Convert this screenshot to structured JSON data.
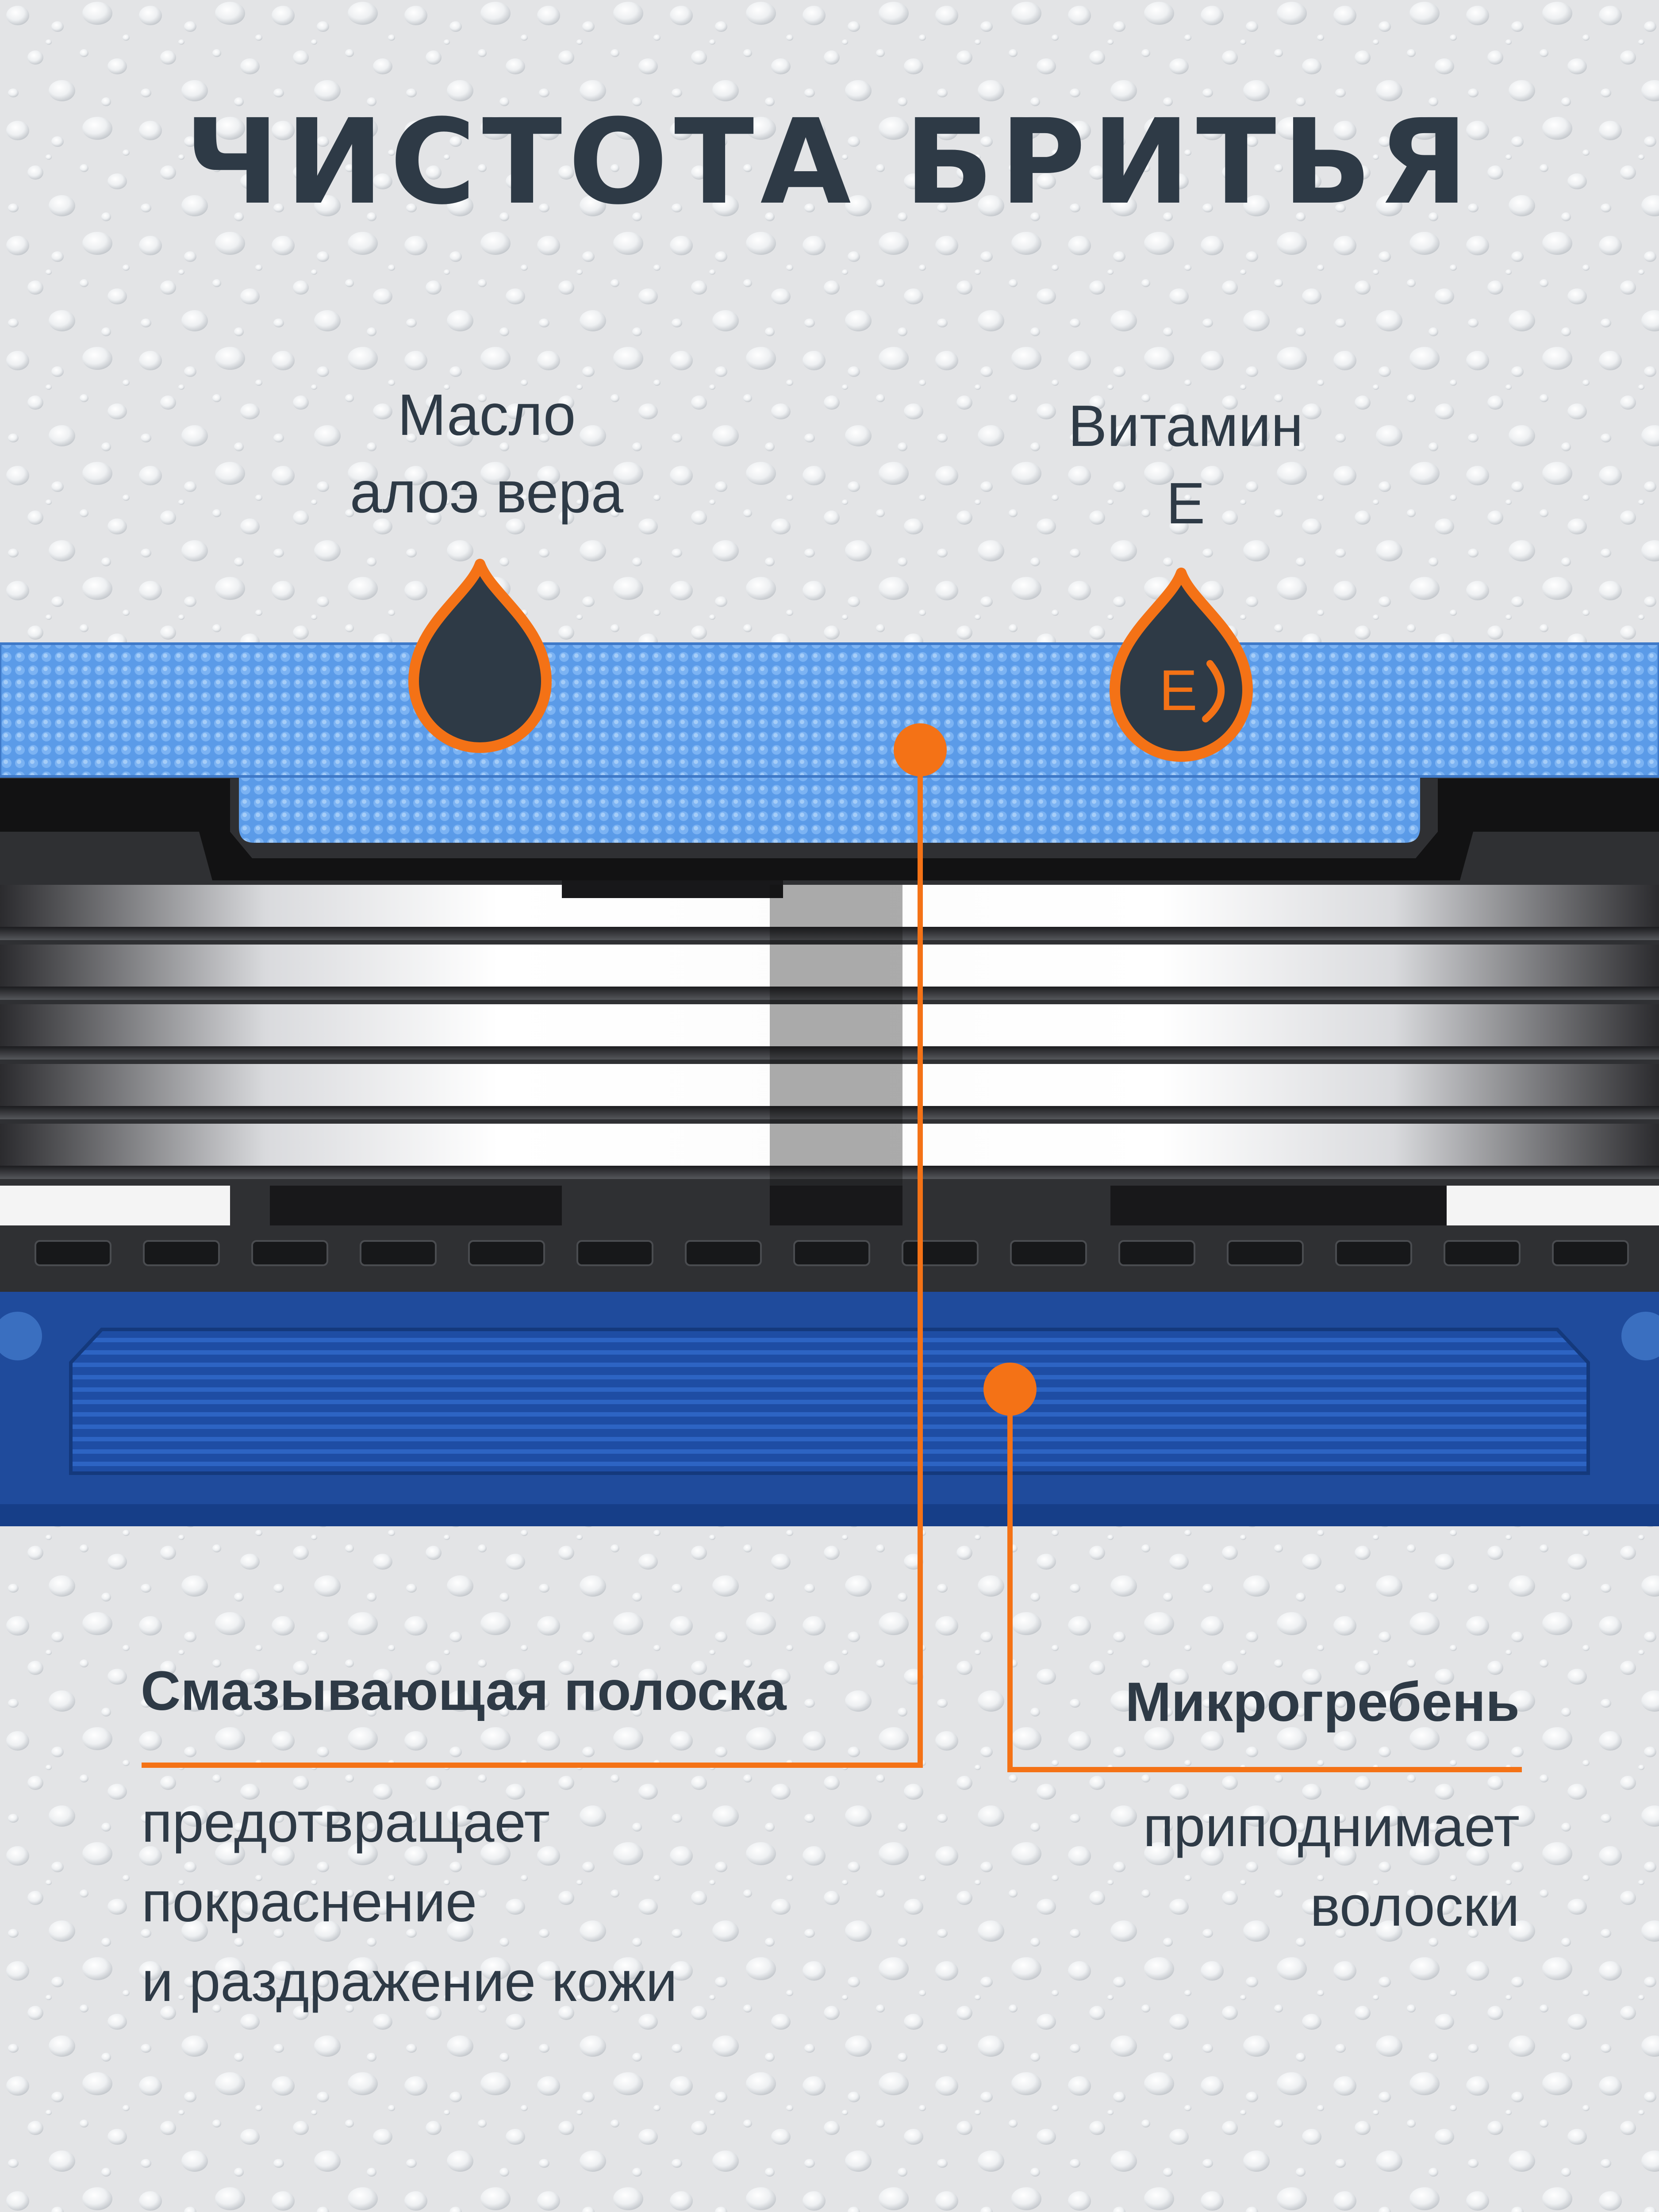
{
  "title": "ЧИСТОТА БРИТЬЯ",
  "labels": {
    "aloe": [
      "Масло",
      "алоэ вера"
    ],
    "vitamin": [
      "Витамин",
      "E"
    ],
    "vitamin_badge": "E"
  },
  "features": {
    "strip": {
      "title": "Смазывающая полоска",
      "description": [
        "предотвращает",
        "покраснение",
        "и раздражение кожи"
      ]
    },
    "comb": {
      "title": "Микрогребень",
      "description": [
        "приподнимает",
        "волоски"
      ]
    }
  },
  "colors": {
    "accent": "#f47216",
    "text": "#2e3a46",
    "strip_blue": "#5b9be8",
    "comb_blue": "#1f4fa8",
    "drop": "#2e3a46"
  },
  "icons": [
    "water-drop-icon",
    "vitamin-e-drop-icon"
  ]
}
